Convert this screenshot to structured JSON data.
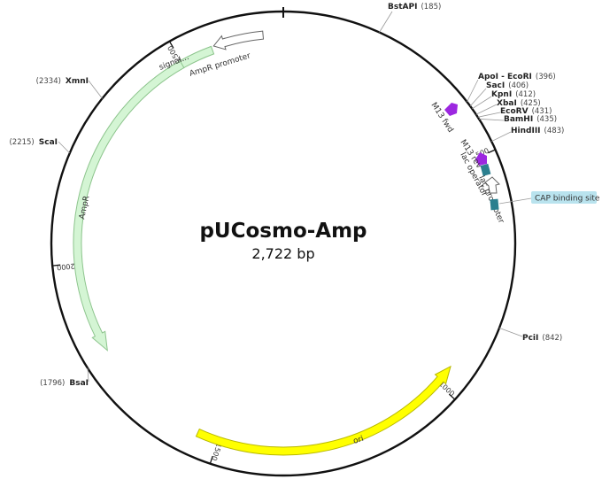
{
  "plasmid": {
    "name": "pUCosmo-Amp",
    "length_label": "2,722 bp",
    "length": 2722
  },
  "colors": {
    "backbone": "#111111",
    "amp_fill": "#d4f5d4",
    "amp_stroke": "#8cc48c",
    "ori_fill": "#ffff00",
    "ori_stroke": "#b8b800",
    "primer": "#9c27e0",
    "lac_operator": "#2b7f8f",
    "cap_site": "#2b7f8f",
    "cap_label_bg": "#b9e3ee",
    "promoter_stroke": "#666666",
    "leader_line": "#999999"
  },
  "ticks": [
    {
      "value": 500,
      "label": "500"
    },
    {
      "value": 1000,
      "label": "1000"
    },
    {
      "value": 1500,
      "label": "1500"
    },
    {
      "value": 2000,
      "label": "2000"
    },
    {
      "value": 2500,
      "label": "2500"
    }
  ],
  "sites": [
    {
      "name": "BstAPI",
      "pos": "(185)"
    },
    {
      "name": "ApoI - EcoRI",
      "pos": "(396)"
    },
    {
      "name": "SacI",
      "pos": "(406)"
    },
    {
      "name": "KpnI",
      "pos": "(412)"
    },
    {
      "name": "XbaI",
      "pos": "(425)"
    },
    {
      "name": "EcoRV",
      "pos": "(431)"
    },
    {
      "name": "BamHI",
      "pos": "(435)"
    },
    {
      "name": "HindIII",
      "pos": "(483)"
    },
    {
      "name": "PciI",
      "pos": "(842)"
    },
    {
      "name": "BsaI",
      "pos": "(1796)"
    },
    {
      "name": "ScaI",
      "pos": "(2215)"
    },
    {
      "name": "XmnI",
      "pos": "(2334)"
    }
  ],
  "features": {
    "ampr": "AmpR",
    "ampr_promoter": "AmpR promoter",
    "signal": "signal...",
    "ori": "ori",
    "m13_fwd": "M13 fwd",
    "m13_rev": "M13 rev",
    "lac_operator": "lac operator",
    "lac_promoter": "lac promoter",
    "cap_site": "CAP binding site"
  }
}
